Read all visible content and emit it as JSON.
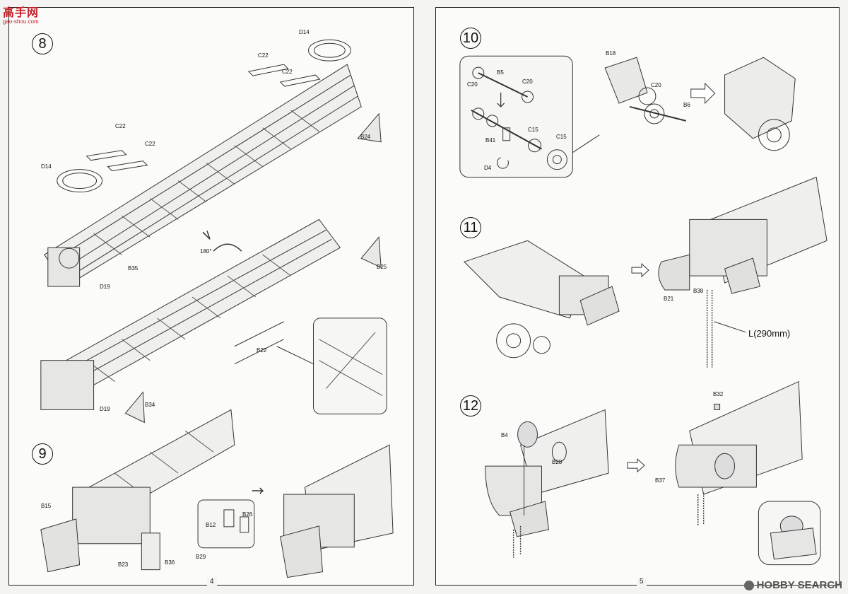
{
  "watermark_top": {
    "cn": "高手网",
    "url": "gao-shou.com"
  },
  "watermark_bottom": {
    "brand": "HOBBY SEARCH"
  },
  "left_page": {
    "page_number": "4",
    "step8": {
      "number": "8",
      "parts": [
        "D14",
        "C22",
        "C22",
        "C22",
        "C22",
        "D14",
        "B24",
        "B35",
        "D19",
        "B25",
        "B22",
        "B34",
        "D19"
      ],
      "rotation": "180°"
    },
    "step9": {
      "number": "9",
      "parts": [
        "B15",
        "B12",
        "B26",
        "B23",
        "B36",
        "B29"
      ]
    }
  },
  "right_page": {
    "page_number": "5",
    "step10": {
      "number": "10",
      "parts": [
        "B5",
        "C20",
        "C20",
        "B41",
        "C15",
        "D4",
        "C15",
        "B18",
        "C20",
        "B6"
      ]
    },
    "step11": {
      "number": "11",
      "parts": [
        "B21",
        "B38"
      ],
      "chain_label": "L(290mm)"
    },
    "step12": {
      "number": "12",
      "parts": [
        "B4",
        "B28",
        "B32",
        "B37"
      ]
    }
  }
}
